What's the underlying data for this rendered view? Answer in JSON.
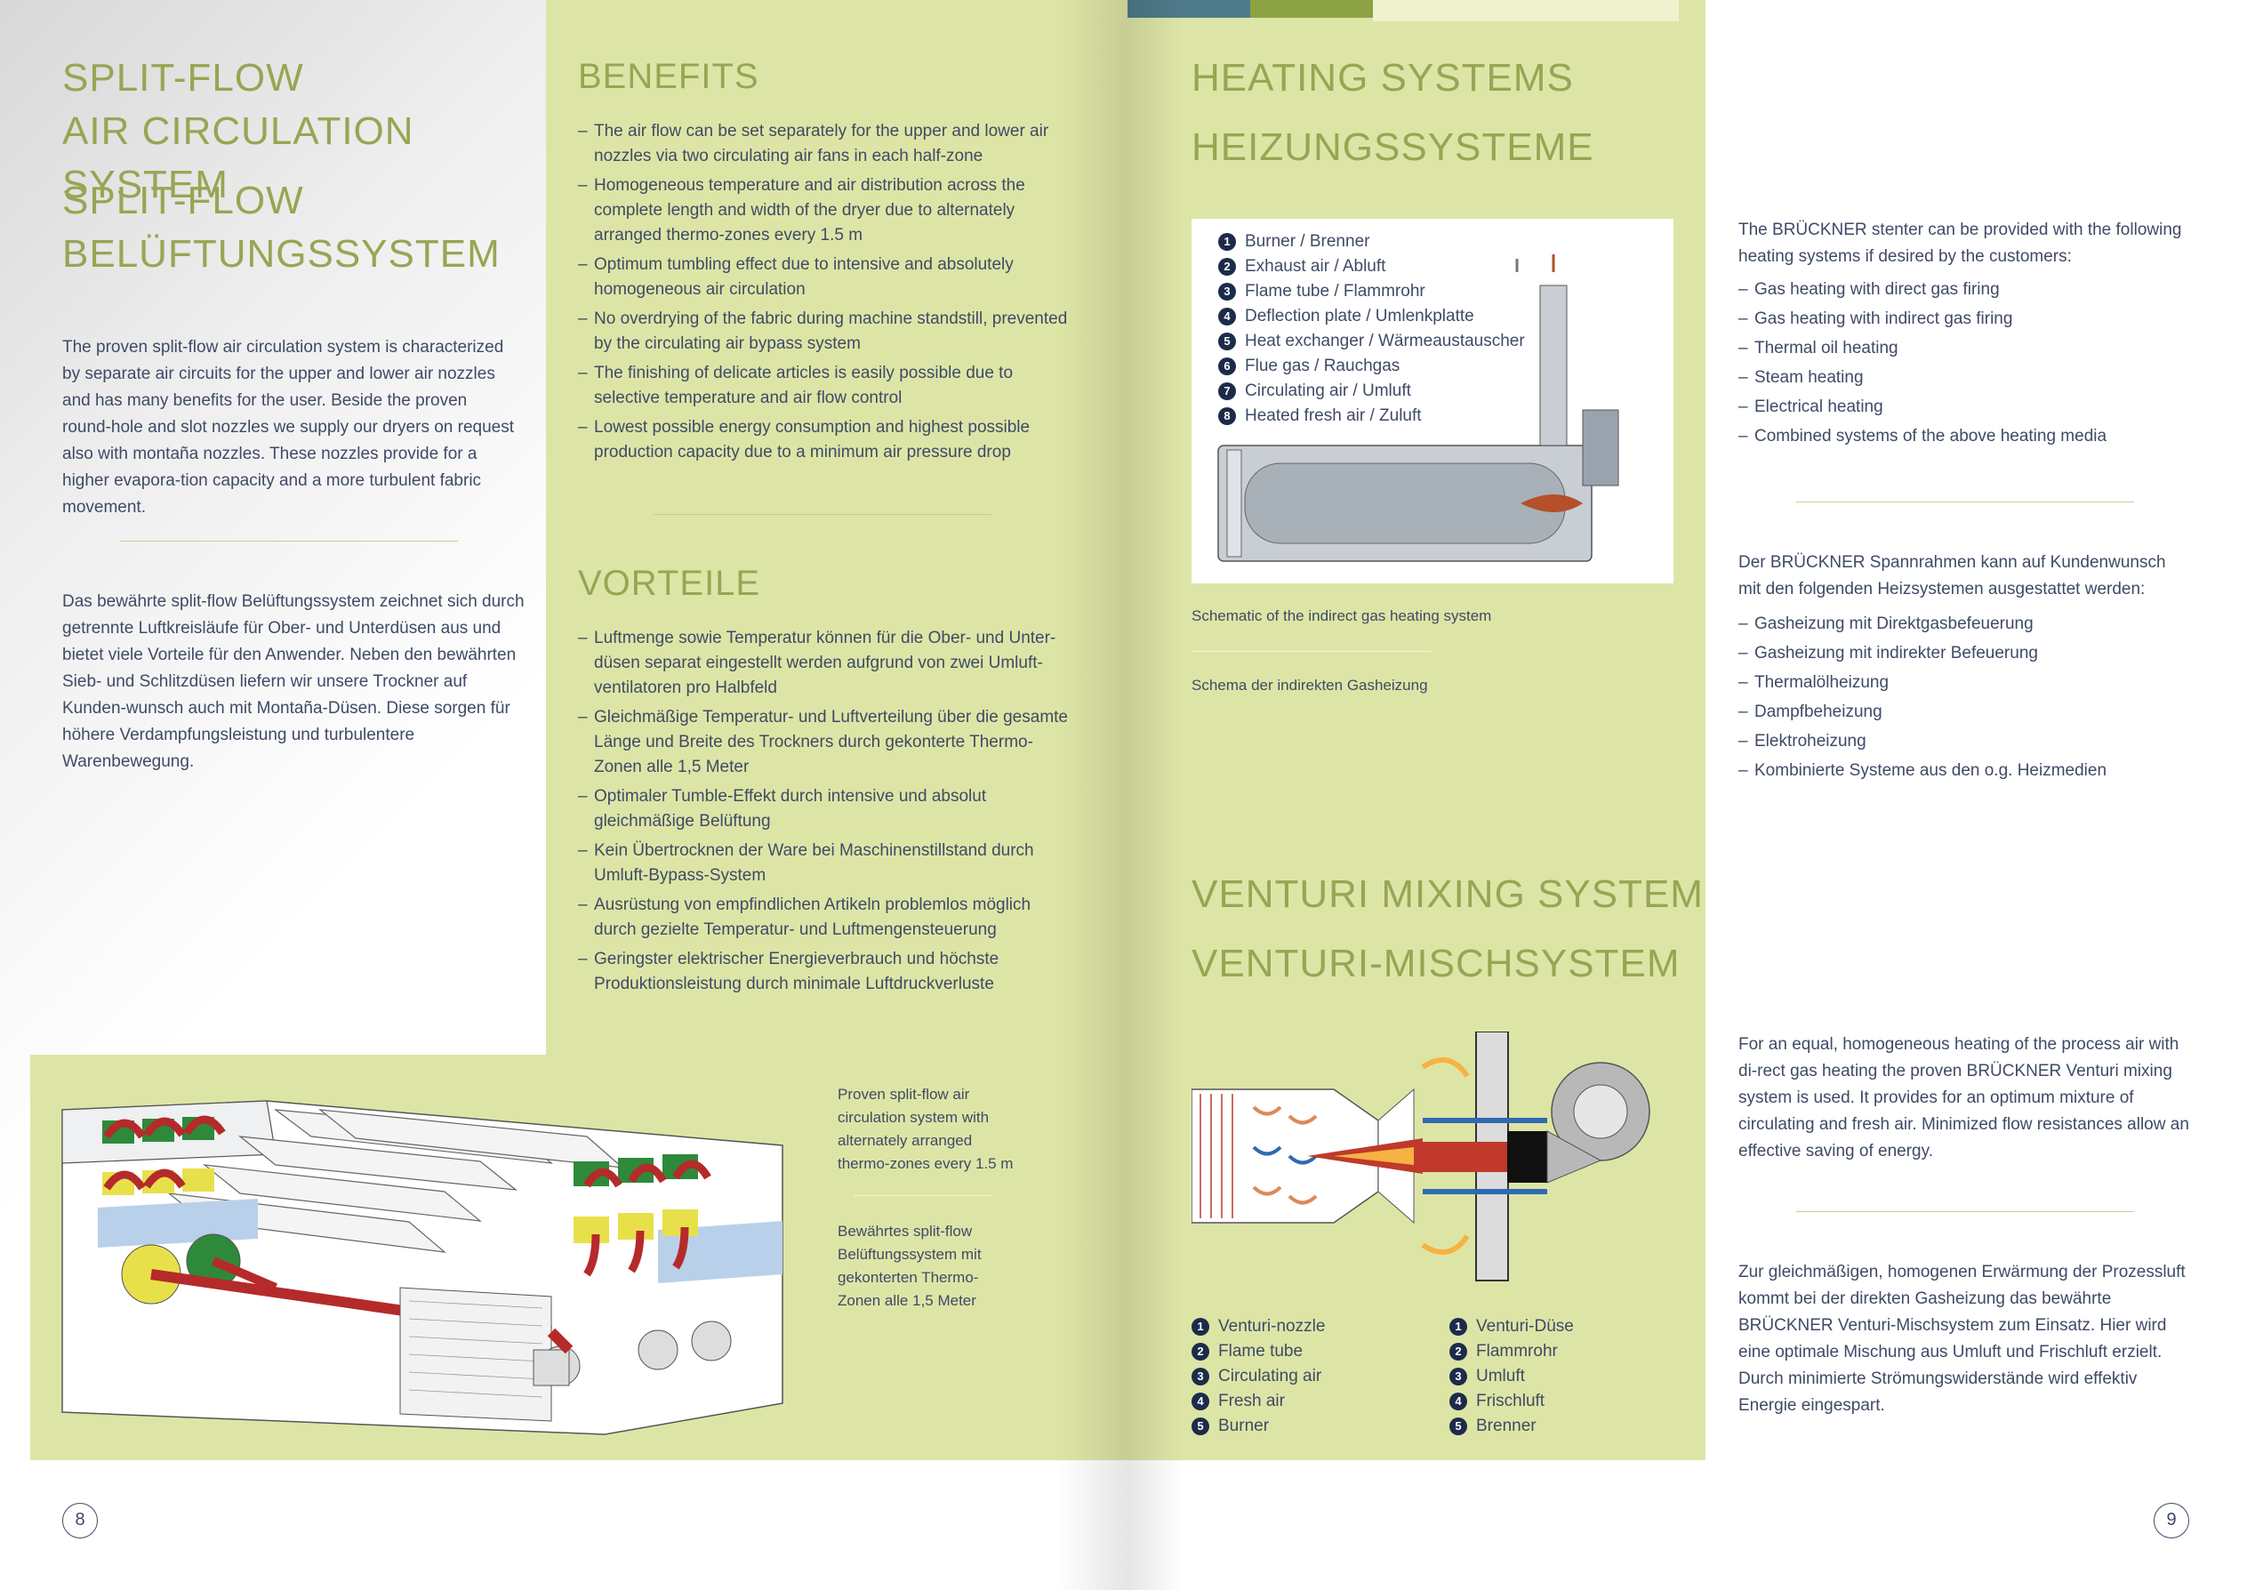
{
  "left_page": {
    "title_en_line1": "SPLIT-FLOW",
    "title_en_line2": "AIR CIRCULATION SYSTEM",
    "title_de_line1": "SPLIT-FLOW",
    "title_de_line2": "BELÜFTUNGSSYSTEM",
    "intro_en": "The proven split-flow air circulation system is characterized by separate air circuits for the upper and lower air nozzles and has many benefits for the user. Beside the proven round-hole and slot nozzles we supply our dryers on request also with montaña nozzles. These nozzles provide for a higher evapora-tion capacity and a more turbulent fabric movement.",
    "intro_de": "Das bewährte split-flow Belüftungssystem zeichnet sich durch getrennte Luftkreisläufe für Ober- und Unterdüsen aus und bietet viele Vorteile für den Anwender. Neben den bewährten Sieb- und Schlitzdüsen liefern wir unsere Trockner auf Kunden-wunsch auch mit Montaña-Düsen. Diese sorgen für höhere Verdampfungsleistung und turbulentere Warenbewegung.",
    "benefits_title": "BENEFITS",
    "benefits": [
      "The air flow can be set separately for the upper and lower air nozzles via two circulating air fans in each half-zone",
      "Homogeneous temperature and air distribution across the complete length and width of the dryer due to alternately arranged thermo-zones every 1.5 m",
      "Optimum tumbling effect due to intensive and absolutely homogeneous air circulation",
      "No overdrying of the fabric during machine standstill, prevented by the circulating air bypass system",
      "The finishing of delicate articles is easily possible due to selective temperature and air flow control",
      "Lowest possible energy consumption and highest possible production capacity due to a minimum air pressure drop"
    ],
    "vorteile_title": "VORTEILE",
    "vorteile": [
      "Luftmenge sowie Temperatur können für die Ober- und Unter-düsen separat eingestellt werden aufgrund von zwei Umluft-ventilatoren pro Halbfeld",
      "Gleichmäßige Temperatur- und Luftverteilung über die gesamte Länge und Breite des Trockners durch gekonterte Thermo-Zonen alle 1,5 Meter",
      "Optimaler Tumble-Effekt durch intensive und absolut gleichmäßige Belüftung",
      "Kein Übertrocknen der Ware bei Maschinenstillstand durch Umluft-Bypass-System",
      "Ausrüstung von empfindlichen Artikeln problemlos möglich durch gezielte Temperatur- und Luftmengensteuerung",
      "Geringster elektrischer Energieverbrauch und höchste Produktionsleistung durch minimale Luftdruckverluste"
    ],
    "figure_caption_en": "Proven split-flow air circulation system with alternately arranged thermo-zones every 1.5 m",
    "figure_caption_de": "Bewährtes split-flow Belüftungssystem mit gekonterten Thermo-Zonen alle 1,5 Meter",
    "page_number": "8"
  },
  "right_page": {
    "heating_title_en": "HEATING SYSTEMS",
    "heating_title_de": "HEIZUNGSSYSTEME",
    "heating_legend": [
      {
        "n": "1",
        "label": "Burner / Brenner"
      },
      {
        "n": "2",
        "label": "Exhaust air / Abluft"
      },
      {
        "n": "3",
        "label": "Flame tube / Flammrohr"
      },
      {
        "n": "4",
        "label": "Deflection plate / Umlenkplatte"
      },
      {
        "n": "5",
        "label": "Heat exchanger / Wärmeaustauscher"
      },
      {
        "n": "6",
        "label": "Flue gas / Rauchgas"
      },
      {
        "n": "7",
        "label": "Circulating air / Umluft"
      },
      {
        "n": "8",
        "label": "Heated fresh air / Zuluft"
      }
    ],
    "heating_caption_en": "Schematic of the indirect gas heating system",
    "heating_caption_de": "Schema der indirekten Gasheizung",
    "heating_intro_en": "The BRÜCKNER stenter can be provided with the following heating systems if desired by the customers:",
    "heating_list_en": [
      "Gas heating with direct gas firing",
      "Gas heating with indirect gas firing",
      "Thermal oil heating",
      "Steam heating",
      "Electrical heating",
      "Combined systems of the above heating media"
    ],
    "heating_intro_de": "Der BRÜCKNER Spannrahmen kann auf Kundenwunsch mit den folgenden Heizsystemen ausgestattet werden:",
    "heating_list_de": [
      "Gasheizung mit Direktgasbefeuerung",
      "Gasheizung mit indirekter Befeuerung",
      "Thermalölheizung",
      "Dampfbeheizung",
      "Elektroheizung",
      "Kombinierte Systeme aus den o.g. Heizmedien"
    ],
    "venturi_title_en": "VENTURI MIXING SYSTEM",
    "venturi_title_de": "VENTURI-MISCHSYSTEM",
    "venturi_legend_en": [
      {
        "n": "1",
        "label": "Venturi-nozzle"
      },
      {
        "n": "2",
        "label": "Flame tube"
      },
      {
        "n": "3",
        "label": "Circulating air"
      },
      {
        "n": "4",
        "label": "Fresh air"
      },
      {
        "n": "5",
        "label": "Burner"
      }
    ],
    "venturi_legend_de": [
      {
        "n": "1",
        "label": "Venturi-Düse"
      },
      {
        "n": "2",
        "label": "Flammrohr"
      },
      {
        "n": "3",
        "label": "Umluft"
      },
      {
        "n": "4",
        "label": "Frischluft"
      },
      {
        "n": "5",
        "label": "Brenner"
      }
    ],
    "venturi_text_en": "For an equal, homogeneous heating of the process air with di-rect gas heating the proven BRÜCKNER Venturi mixing system is used. It provides for an optimum mixture of circulating and fresh air. Minimized flow resistances allow an effective saving of energy.",
    "venturi_text_de": "Zur gleichmäßigen, homogenen Erwärmung der Prozessluft kommt bei der direkten Gasheizung das bewährte BRÜCKNER Venturi-Mischsystem zum Einsatz. Hier wird eine optimale Mischung aus Umluft und Frischluft erzielt. Durch minimierte Strömungswiderstände wird effektiv Energie eingespart.",
    "page_number": "9"
  },
  "colors": {
    "accent_green": "#98a553",
    "panel_green": "#dde5a6",
    "text_navy": "#3f4a66",
    "flame_red": "#c0392b",
    "air_blue": "#2e6bb0"
  }
}
